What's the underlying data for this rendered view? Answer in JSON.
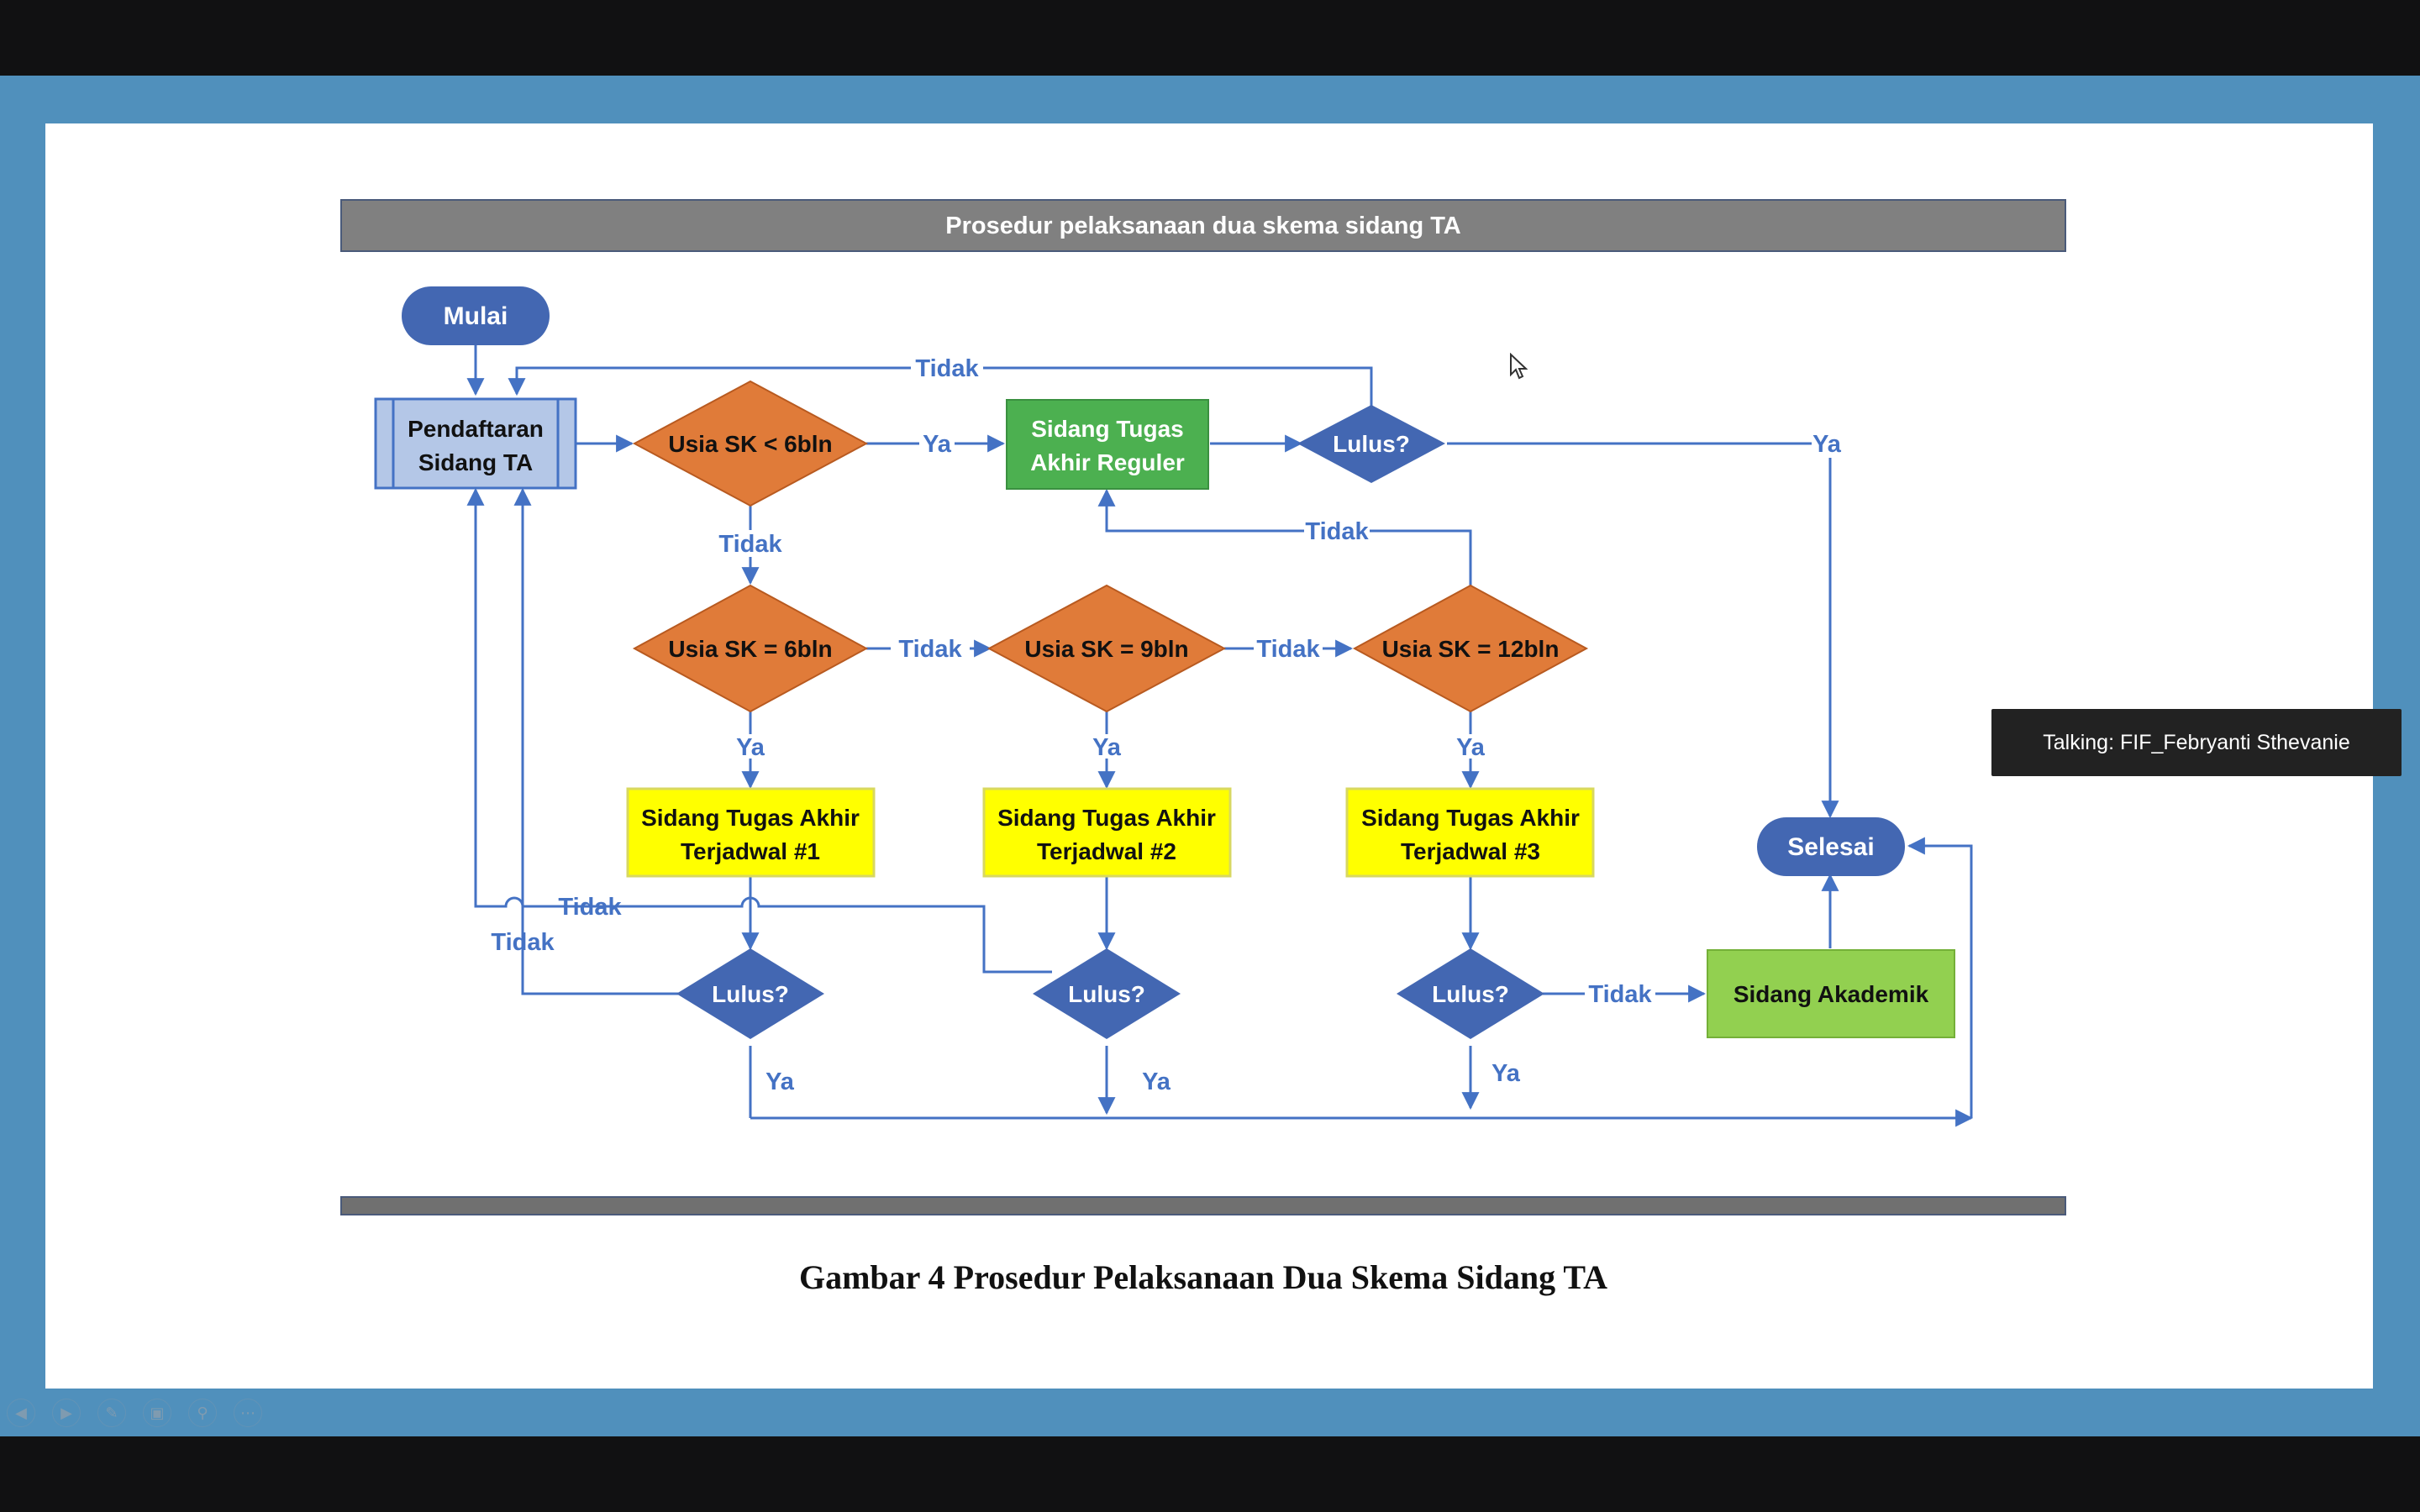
{
  "window": {
    "talking_indicator": "Talking: FIF_Febryanti Sthevanie",
    "controls": [
      "prev-icon",
      "next-icon",
      "pen-icon",
      "slides-icon",
      "zoom-icon",
      "more-icon"
    ]
  },
  "slide": {
    "header": "Prosedur pelaksanaan dua skema sidang TA",
    "caption": "Gambar 4 Prosedur Pelaksanaan Dua Skema Sidang TA"
  },
  "colors": {
    "header_bar": "#808080",
    "decision_orange": "#e07b39",
    "decision_blue": "#4367b2",
    "terminal_blue": "#4367b2",
    "regular_green": "#4cb050",
    "akademik_green": "#92d050",
    "scheduled_yellow": "#ffff00",
    "registration_fill": "#b4c7e7",
    "connector": "#4472c4"
  },
  "flowchart": {
    "nodes": {
      "start": "Mulai",
      "registration_line1": "Pendaftaran",
      "registration_line2": "Sidang TA",
      "d_lt6": "Usia SK < 6bln",
      "d_eq6": "Usia SK = 6bln",
      "d_eq9": "Usia SK = 9bln",
      "d_eq12": "Usia SK = 12bln",
      "regular_line1": "Sidang Tugas",
      "regular_line2": "Akhir Reguler",
      "sched1_line1": "Sidang Tugas Akhir",
      "sched1_line2": "Terjadwal #1",
      "sched2_line1": "Sidang Tugas Akhir",
      "sched2_line2": "Terjadwal #2",
      "sched3_line1": "Sidang Tugas Akhir",
      "sched3_line2": "Terjadwal #3",
      "pass_top": "Lulus?",
      "pass_1": "Lulus?",
      "pass_2": "Lulus?",
      "pass_3": "Lulus?",
      "akademik": "Sidang Akademik",
      "end": "Selesai"
    },
    "labels": {
      "ya": "Ya",
      "tidak": "Tidak"
    }
  }
}
